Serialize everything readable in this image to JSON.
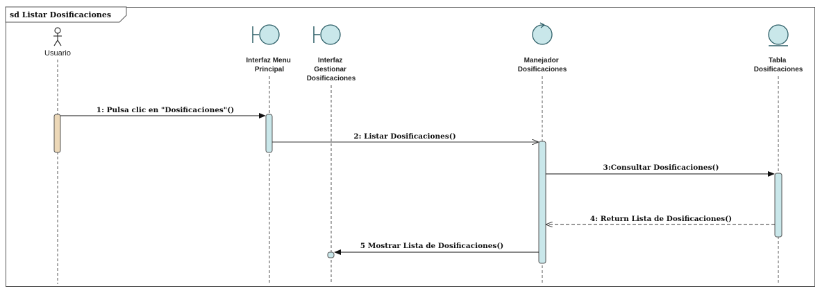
{
  "frame": {
    "title": "sd Listar Dosificaciones"
  },
  "participants": {
    "usuario": {
      "lines": [
        "Usuario"
      ]
    },
    "menu": {
      "lines": [
        "Interfaz Menu",
        "Principal"
      ]
    },
    "gestionar": {
      "lines": [
        "Interfaz",
        "Gestionar",
        "Dosificaciones"
      ]
    },
    "manejador": {
      "lines": [
        "Manejador",
        "Dosificaciones"
      ]
    },
    "tabla": {
      "lines": [
        "Tabla",
        "Dosificaciones"
      ]
    }
  },
  "messages": [
    {
      "label": "1: Pulsa clic en \"Dosificaciones\"()"
    },
    {
      "label": "2: Listar Dosificaciones()"
    },
    {
      "label": "3:Consultar Dosificaciones()"
    },
    {
      "label": "4: Return Lista de Dosificaciones()"
    },
    {
      "label": "5 Mostrar Lista de Dosificaciones()"
    }
  ],
  "colors": {
    "object_fill": "#c9e7ea",
    "object_stroke": "#2c5d66",
    "activation_fill": "#c9e7ea",
    "actor_activation_fill": "#ecd8b8",
    "line": "#333333"
  }
}
